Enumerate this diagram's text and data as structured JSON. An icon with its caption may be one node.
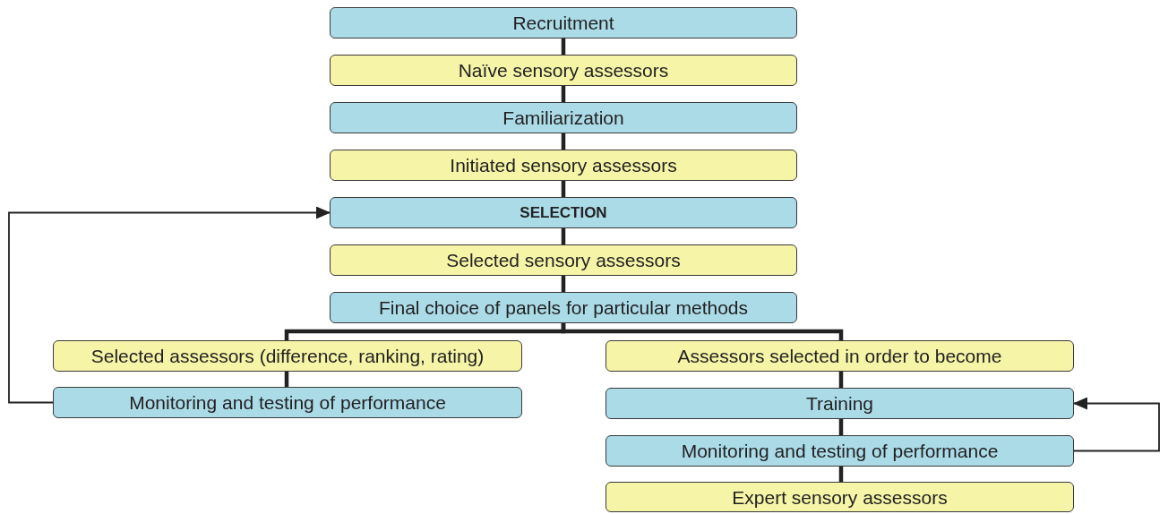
{
  "diagram": {
    "nodes": [
      {
        "text": [
          "Recruitment"
        ]
      },
      {
        "text": [
          "Naïve sensory assessors"
        ]
      },
      {
        "text": [
          "Familiarization"
        ]
      },
      {
        "text": [
          "Initiated sensory assessors"
        ]
      },
      {
        "text": [
          "SELECTION"
        ]
      },
      {
        "text": [
          "Selected sensory assessors"
        ]
      },
      {
        "text": [
          "Final choice of panels for particular methods"
        ]
      },
      {
        "text": [
          "Selected assessors (difference, ranking, rating)"
        ]
      },
      {
        "text": [
          "Assessors selected in order to become"
        ]
      },
      {
        "text": [
          "Monitoring and testing of performance"
        ]
      },
      {
        "text": [
          "Training"
        ]
      },
      {
        "text": [
          "Monitoring and testing of performance"
        ]
      },
      {
        "text": [
          "Expert sensory assessors"
        ]
      }
    ],
    "edges": [
      {
        "from": 0,
        "to": 1,
        "arrow": "none"
      },
      {
        "from": 1,
        "to": 2,
        "arrow": "none"
      },
      {
        "from": 2,
        "to": 3,
        "arrow": "none"
      },
      {
        "from": 3,
        "to": 4,
        "arrow": "none"
      },
      {
        "from": 4,
        "to": 5,
        "arrow": "none"
      },
      {
        "from": 5,
        "to": 6,
        "arrow": "none"
      },
      {
        "from": 6,
        "to": 7,
        "arrow": "none"
      },
      {
        "from": 6,
        "to": 8,
        "arrow": "none"
      },
      {
        "from": 7,
        "to": 9,
        "arrow": "none"
      },
      {
        "from": 8,
        "to": 10,
        "arrow": "none"
      },
      {
        "from": 10,
        "to": 11,
        "arrow": "none"
      },
      {
        "from": 11,
        "to": 12,
        "arrow": "none"
      },
      {
        "from": 9,
        "to": 4,
        "arrow": "to"
      },
      {
        "from": 11,
        "to": 10,
        "arrow": "to"
      }
    ]
  }
}
